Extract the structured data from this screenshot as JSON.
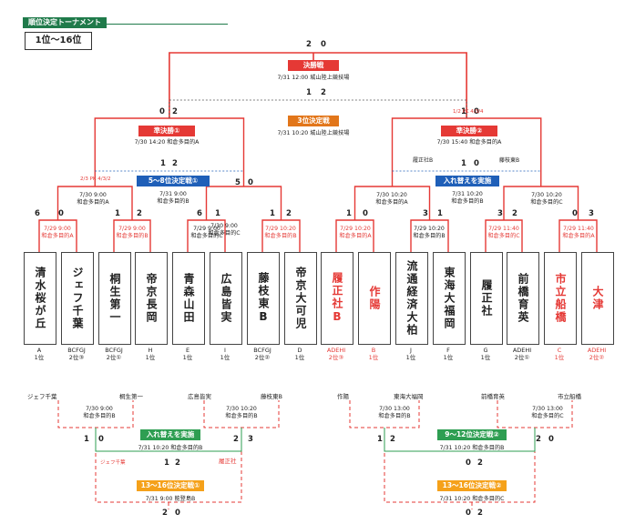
{
  "header_title": "順位決定トーナメント",
  "range_label": "1位〜16位",
  "final": {
    "label": "決勝戦",
    "info": "7/31 12:00 城山陸上競技場",
    "score_l": "2",
    "score_r": "0"
  },
  "third": {
    "label": "3位決定戦",
    "info": "7/31 10:20 城山陸上競技場",
    "score_l": "1",
    "score_r": "2"
  },
  "semi1": {
    "label": "準決勝①",
    "info": "7/30 14:20 和倉多目的A",
    "score_l": "0",
    "score_r": "2"
  },
  "semi2": {
    "label": "準決勝②",
    "info": "7/30 15:40 和倉多目的A",
    "score_l": "1",
    "score_r": "0"
  },
  "sf_mini_l": "2/3 PK 4/3/2",
  "sf_mini_r": "1/2 PK 4/3/4",
  "q5_8": {
    "label": "5〜8位決定戦①",
    "info1": "7/31 9:00",
    "info2": "和倉多目的B"
  },
  "swap_top": {
    "label": "入れ替えを実施",
    "info1": "7/31 10:20",
    "info2": "和倉多目的B",
    "left": "履正社B",
    "right": "藤枝東B"
  },
  "qf1": {
    "info1": "7/30 9:00",
    "info2": "和倉多目的A",
    "score_l": "1",
    "score_r": "2"
  },
  "qf2": {
    "info1": "7/30 9:00",
    "info2": "和倉多目的C",
    "score_l": "5",
    "score_r": "0"
  },
  "qf3": {
    "info1": "7/30 10:20",
    "info2": "和倉多目的A",
    "score_l": "1",
    "score_r": "0"
  },
  "qf4": {
    "info1": "7/30 10:20",
    "info2": "和倉多目的C",
    "score_l": "2",
    "score_r": "0"
  },
  "r1": [
    {
      "info1": "7/29 9:00",
      "info2": "和倉多目的A",
      "red": true,
      "score_l": "6",
      "score_r": "0"
    },
    {
      "info1": "7/29 9:00",
      "info2": "和倉多目的B",
      "red": true,
      "score_l": "1",
      "score_r": "2"
    },
    {
      "info1": "7/29 9:00",
      "info2": "和倉多目的C",
      "red": false,
      "score_l": "6",
      "score_r": "1"
    },
    {
      "info1": "7/29 10:20",
      "info2": "和倉多目的B",
      "red": true,
      "score_l": "1",
      "score_r": "2"
    },
    {
      "info1": "7/29 10:20",
      "info2": "和倉多目的A",
      "red": true,
      "score_l": "1",
      "score_r": "0"
    },
    {
      "info1": "7/29 10:20",
      "info2": "和倉多目的B",
      "red": false,
      "score_l": "3",
      "score_r": "1"
    },
    {
      "info1": "7/29 11:40",
      "info2": "和倉多目的C",
      "red": true,
      "score_l": "3",
      "score_r": "2"
    },
    {
      "info1": "7/29 11:40",
      "info2": "和倉多目的A",
      "red": true,
      "score_l": "0",
      "score_r": "3"
    }
  ],
  "teams": [
    {
      "name": "清水桜が丘",
      "seed1": "A",
      "seed2": "1位",
      "red": false
    },
    {
      "name": "ジェフ千葉",
      "seed1": "BCFGJ",
      "seed2": "2位③",
      "red": false
    },
    {
      "name": "桐生第一",
      "seed1": "BCFGJ",
      "seed2": "2位①",
      "red": false
    },
    {
      "name": "帝京長岡",
      "seed1": "H",
      "seed2": "1位",
      "red": false
    },
    {
      "name": "青森山田",
      "seed1": "E",
      "seed2": "1位",
      "red": false
    },
    {
      "name": "広島皆実",
      "seed1": "I",
      "seed2": "1位",
      "red": false
    },
    {
      "name": "藤枝東B",
      "seed1": "BCFGJ",
      "seed2": "2位②",
      "red": false
    },
    {
      "name": "帝京大可児",
      "seed1": "D",
      "seed2": "1位",
      "red": false
    },
    {
      "name": "履正社B",
      "seed1": "ADEHI",
      "seed2": "2位③",
      "red": true
    },
    {
      "name": "作陽",
      "seed1": "B",
      "seed2": "1位",
      "red": true
    },
    {
      "name": "流通経済大柏",
      "seed1": "J",
      "seed2": "1位",
      "red": false
    },
    {
      "name": "東海大福岡",
      "seed1": "F",
      "seed2": "1位",
      "red": false
    },
    {
      "name": "履正社",
      "seed1": "G",
      "seed2": "1位",
      "red": false
    },
    {
      "name": "前橋育英",
      "seed1": "ADEHI",
      "seed2": "2位①",
      "red": false
    },
    {
      "name": "市立船橋",
      "seed1": "C",
      "seed2": "1位",
      "red": true
    },
    {
      "name": "大津",
      "seed1": "ADEHI",
      "seed2": "2位②",
      "red": true
    }
  ],
  "bl": {
    "t1": "ジェフ千葉",
    "t2": "桐生第一",
    "t3": "広島皆実",
    "t4": "藤枝東B",
    "m1": {
      "info1": "7/30 9:00",
      "info2": "和倉多目的B"
    },
    "m2": {
      "info1": "7/30 10:20",
      "info2": "和倉多目的B"
    },
    "swap": {
      "label": "入れ替えを実施",
      "info": "7/31 10:20 和倉多目的B"
    },
    "s1": "1",
    "s2": "0",
    "s3": "2",
    "s4": "3",
    "left_mini": "ジェフ千葉",
    "right_mini": "履正社",
    "sc_a": "1",
    "sc_b": "2",
    "q13": {
      "label": "13〜16位決定戦①",
      "info": "7/31 9:00 能登島B"
    },
    "final_l": "2",
    "final_r": "0"
  },
  "br": {
    "t1": "作陽",
    "t2": "東海大福岡",
    "t3": "前橋育英",
    "t4": "市立船橋",
    "m1": {
      "info1": "7/30 13:00",
      "info2": "和倉多目的B"
    },
    "m2": {
      "info1": "7/30 13:00",
      "info2": "和倉多目的C"
    },
    "q9": {
      "label": "9〜12位決定戦②",
      "info": "7/31 10:20 和倉多目的B"
    },
    "s1": "1",
    "s2": "2",
    "s3": "2",
    "s4": "0",
    "sc_a": "0",
    "sc_b": "2",
    "q13": {
      "label": "13〜16位決定戦②",
      "info": "7/31 10:20 和倉多目的C"
    },
    "final_l": "0",
    "final_r": "2"
  }
}
